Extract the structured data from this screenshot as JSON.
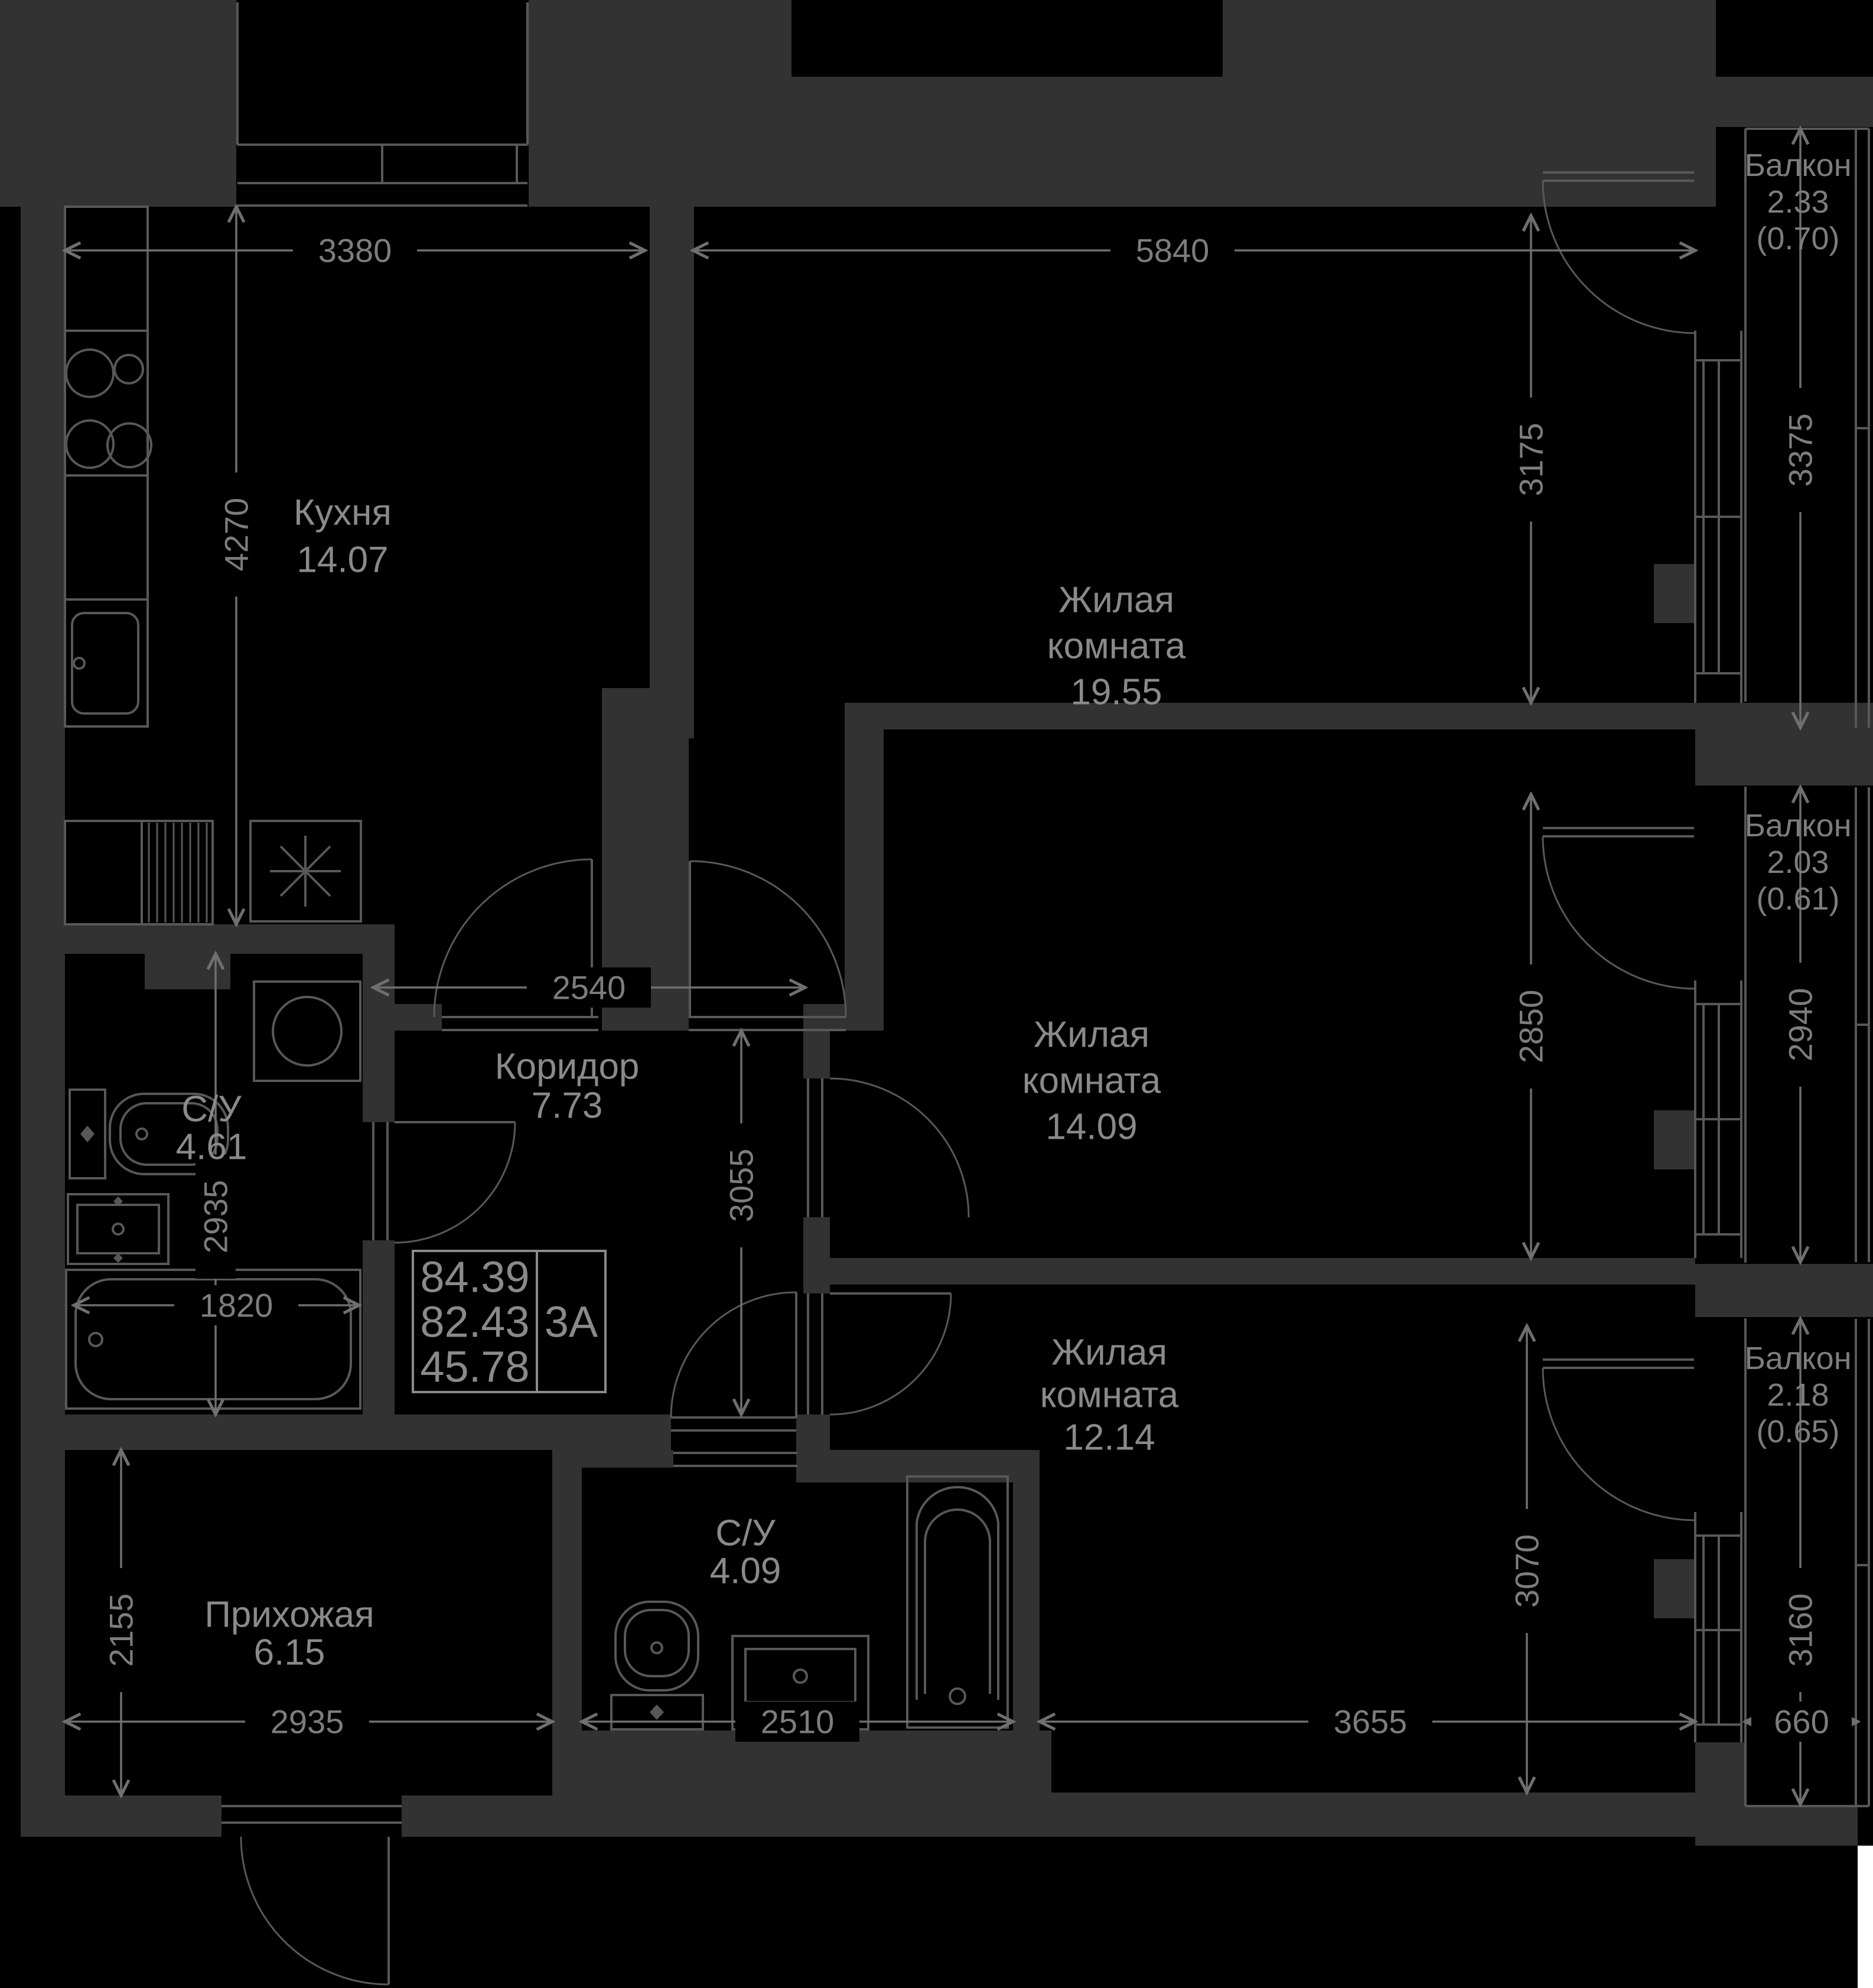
{
  "plan": {
    "type": "apartment-floor-plan",
    "colors": {
      "background": "#000000",
      "walls": "#323232",
      "lines": "#585858",
      "dimensions": "#6f6f6f",
      "labels": "#8a8a8a"
    }
  },
  "rooms": {
    "kitchen": {
      "name": "Кухня",
      "area": "14.07"
    },
    "living1": {
      "name_line1": "Жилая",
      "name_line2": "комната",
      "area": "19.55"
    },
    "living2": {
      "name_line1": "Жилая",
      "name_line2": "комната",
      "area": "14.09"
    },
    "living3": {
      "name_line1": "Жилая",
      "name_line2": "комната",
      "area": "12.14"
    },
    "corridor": {
      "name": "Коридор",
      "area": "7.73"
    },
    "bath1": {
      "name": "С/У",
      "area": "4.61"
    },
    "bath2": {
      "name": "С/У",
      "area": "4.09"
    },
    "hallway": {
      "name": "Прихожая",
      "area": "6.15"
    }
  },
  "balconies": {
    "b1": {
      "name": "Балкон",
      "area": "2.33",
      "reduced": "(0.70)"
    },
    "b2": {
      "name": "Балкон",
      "area": "2.03",
      "reduced": "(0.61)"
    },
    "b3": {
      "name": "Балкон",
      "area": "2.18",
      "reduced": "(0.65)"
    }
  },
  "dimensions": {
    "kitchen_width": "3380",
    "living1_width": "5840",
    "kitchen_height": "4270",
    "living1_height": "3175",
    "balcony1_height": "3375",
    "living2_height": "2850",
    "balcony2_height": "2940",
    "corridor_width": "2540",
    "corridor_height": "3055",
    "bath1_height": "2935",
    "bathtub1_length": "1820",
    "hallway_height": "2155",
    "hallway_width": "2935",
    "bath2_width": "2510",
    "living3_width": "3655",
    "living3_height": "3070",
    "balcony3_height": "3160",
    "balcony3_width": "660"
  },
  "stamp": {
    "value1": "84.39",
    "value2": "82.43",
    "value3": "45.78",
    "type_code": "3А"
  }
}
